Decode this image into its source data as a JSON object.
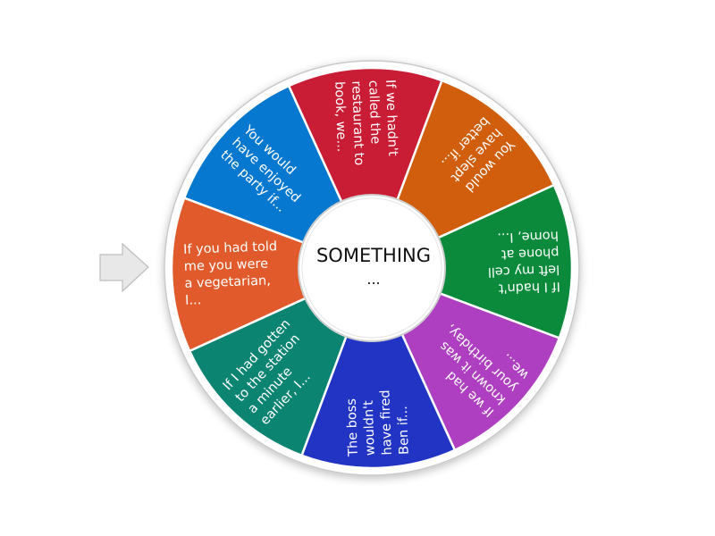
{
  "wheel": {
    "center_label_line1": "SOMETHING",
    "center_label_line2": "...",
    "rotation_offset_deg": -92,
    "segments": [
      {
        "lines": [
          "If we hadn't",
          "called the",
          "restaurant to",
          "book, we..."
        ],
        "color": "#c81d35"
      },
      {
        "lines": [
          "You would",
          "have slept",
          "better if..."
        ],
        "color": "#d05e0c"
      },
      {
        "lines": [
          "If I hadn't",
          "left my cell",
          "phone at",
          "home, I..."
        ],
        "color": "#0a8a3a"
      },
      {
        "lines": [
          "If we had",
          "known it was",
          "your birthday,",
          "we..."
        ],
        "color": "#ae3fc0"
      },
      {
        "lines": [
          "The boss",
          "wouldn't",
          "have fired",
          "Ben if..."
        ],
        "color": "#2234c4"
      },
      {
        "lines": [
          "If I had gotten",
          "to the station",
          "a minute",
          "earlier, I..."
        ],
        "color": "#0b8472"
      },
      {
        "lines": [
          "If you had told",
          "me you were",
          "a vegetarian,",
          "I..."
        ],
        "color": "#e05a2b"
      },
      {
        "lines": [
          "You would",
          "have enjoyed",
          "the party if..."
        ],
        "color": "#0678cf"
      }
    ]
  },
  "pointer": {
    "icon": "arrow-right-icon",
    "color": "#e8e8e8",
    "stroke": "#bdbdbd"
  }
}
